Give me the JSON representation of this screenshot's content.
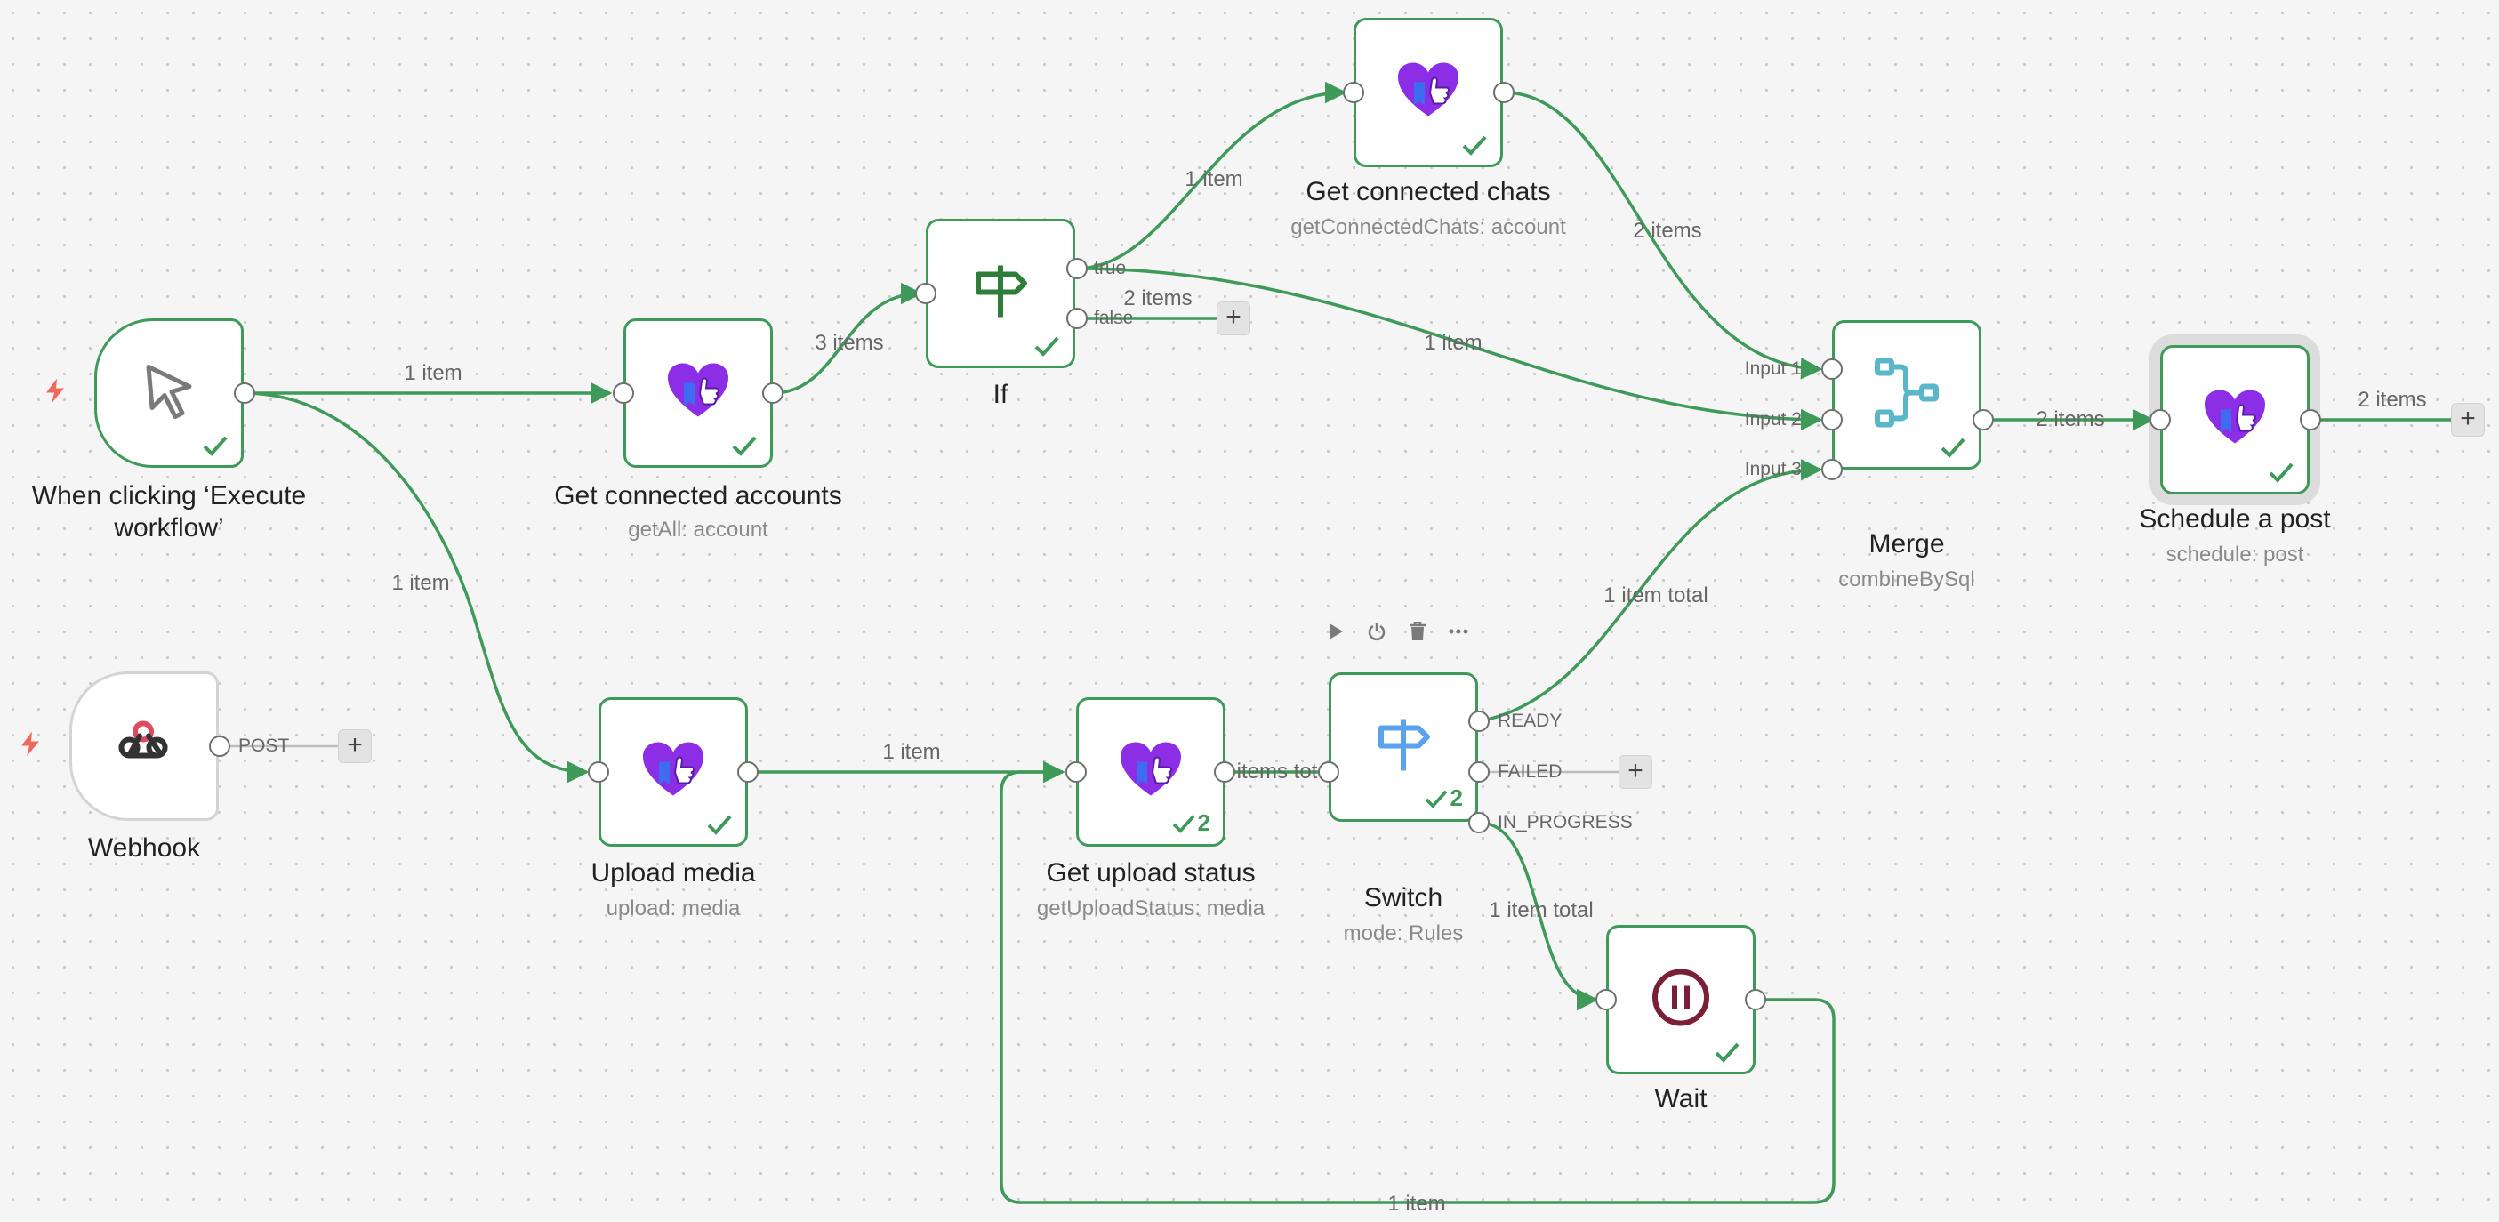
{
  "colors": {
    "accent": "#3f9a5a",
    "canvas": "#f5f5f5",
    "dots": "#c9c9c9",
    "trigger_bolt": "#f06a5b",
    "social_icon": "#8b2ee6",
    "if_icon": "#2f7d3b",
    "switch_icon": "#5aa1ee",
    "merge_icon": "#5ab6c9",
    "wait_icon": "#7a1f36"
  },
  "nodes": {
    "manual_trigger": {
      "title_line1": "When clicking ‘Execute",
      "title_line2": "workflow’",
      "icon": "cursor-icon"
    },
    "webhook": {
      "title": "Webhook",
      "port_label": "POST",
      "icon": "webhook-icon"
    },
    "get_accounts": {
      "title": "Get connected accounts",
      "subtitle": "getAll: account",
      "icon": "social-heart-icon"
    },
    "if": {
      "title": "If",
      "out_true": "true",
      "out_false": "false",
      "icon": "signpost-icon"
    },
    "get_chats": {
      "title": "Get connected chats",
      "subtitle": "getConnectedChats: account",
      "icon": "social-heart-icon"
    },
    "merge": {
      "title": "Merge",
      "subtitle": "combineBySql",
      "in1": "Input 1",
      "in2": "Input 2",
      "in3": "Input 3",
      "icon": "merge-icon"
    },
    "schedule": {
      "title": "Schedule a post",
      "subtitle": "schedule: post",
      "icon": "social-heart-icon"
    },
    "upload": {
      "title": "Upload media",
      "subtitle": "upload: media",
      "icon": "social-heart-icon"
    },
    "upload_status": {
      "title": "Get upload status",
      "subtitle": "getUploadStatus: media",
      "run_count": "2",
      "icon": "social-heart-icon"
    },
    "switch": {
      "title": "Switch",
      "subtitle": "mode: Rules",
      "run_count": "2",
      "out_ready": "READY",
      "out_failed": "FAILED",
      "out_in_progress": "IN_PROGRESS",
      "icon": "signpost-icon"
    },
    "wait": {
      "title": "Wait",
      "icon": "pause-icon"
    }
  },
  "connections": {
    "trigger_to_accounts": "1 item",
    "trigger_to_upload": "1 item",
    "accounts_to_if": "3 items",
    "if_true_to_chats": "1 item",
    "if_true_to_merge": "1 item",
    "if_false": "2 items",
    "chats_to_merge": "2 items",
    "merge_to_schedule": "2 items",
    "schedule_out": "2 items",
    "upload_to_status": "1 item",
    "status_to_switch": "items tot",
    "switch_ready_to_merge": "1 item total",
    "switch_progress_to_wait": "1 item total",
    "wait_to_status": "1 item"
  },
  "toolbar": {
    "icons": [
      "play-icon",
      "power-icon",
      "trash-icon",
      "more-icon"
    ]
  },
  "plus_glyph": "+"
}
